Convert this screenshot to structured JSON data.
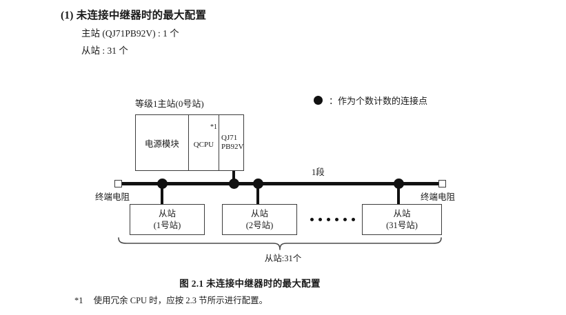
{
  "heading": {
    "title": "(1) 未连接中继器时的最大配置",
    "master_spec": "主站 (QJ71PB92V) : 1 个",
    "slave_spec": "从站 : 31 个"
  },
  "legend": {
    "marker_icon": "filled-circle-icon",
    "text": "：作为个数计数的连接点"
  },
  "diagram": {
    "master": {
      "label": "等级1主站(0号站)",
      "modules": [
        {
          "name": "电源模块"
        },
        {
          "name": "QCPU",
          "footnote_ref": "*1"
        },
        {
          "name": "QJ71\nPB92V",
          "line1": "QJ71",
          "line2": "PB92V"
        }
      ]
    },
    "bus": {
      "segment_label": "1段",
      "terminator_left_label": "终端电阻",
      "terminator_right_label": "终端电阻"
    },
    "slaves": [
      {
        "title": "从站",
        "station": "(1号站)"
      },
      {
        "title": "从站",
        "station": "(2号站)"
      },
      {
        "title": "从站",
        "station": "(31号站)"
      }
    ],
    "ellipsis_dot_count": 6,
    "brace_label": "从站:31个"
  },
  "caption": "图 2.1  未连接中继器时的最大配置",
  "footnote": {
    "mark": "*1",
    "text": "使用冗余 CPU 时，应按 2.3 节所示进行配置。"
  }
}
